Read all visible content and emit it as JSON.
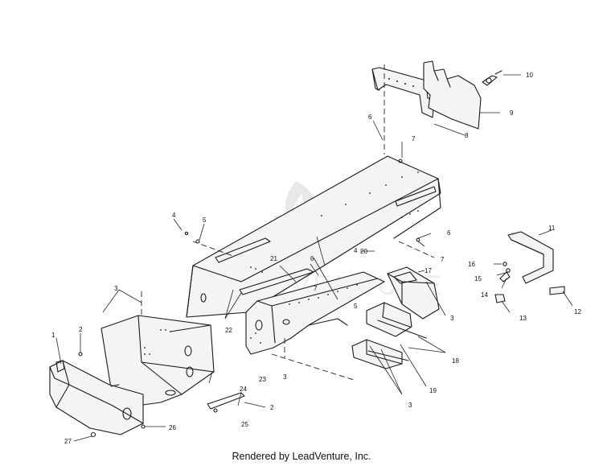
{
  "watermark": {
    "text": "LEADVENTURE"
  },
  "callouts": [
    {
      "id": "c1",
      "label": "1"
    },
    {
      "id": "c2a",
      "label": "2"
    },
    {
      "id": "c2b",
      "label": "2"
    },
    {
      "id": "c3a",
      "label": "3"
    },
    {
      "id": "c3b",
      "label": "3"
    },
    {
      "id": "c3c",
      "label": "3"
    },
    {
      "id": "c3d",
      "label": "3"
    },
    {
      "id": "c4a",
      "label": "4"
    },
    {
      "id": "c4b",
      "label": "4"
    },
    {
      "id": "c5a",
      "label": "5"
    },
    {
      "id": "c5b",
      "label": "5"
    },
    {
      "id": "c6a",
      "label": "6"
    },
    {
      "id": "c6b",
      "label": "6"
    },
    {
      "id": "c6c",
      "label": "6"
    },
    {
      "id": "c7a",
      "label": "7"
    },
    {
      "id": "c7b",
      "label": "7"
    },
    {
      "id": "c7c",
      "label": "7"
    },
    {
      "id": "c8",
      "label": "8"
    },
    {
      "id": "c9",
      "label": "9"
    },
    {
      "id": "c10",
      "label": "10"
    },
    {
      "id": "c11",
      "label": "11"
    },
    {
      "id": "c12",
      "label": "12"
    },
    {
      "id": "c13",
      "label": "13"
    },
    {
      "id": "c14",
      "label": "14"
    },
    {
      "id": "c15",
      "label": "15"
    },
    {
      "id": "c16",
      "label": "16"
    },
    {
      "id": "c17",
      "label": "17"
    },
    {
      "id": "c18",
      "label": "18"
    },
    {
      "id": "c19",
      "label": "19"
    },
    {
      "id": "c20",
      "label": "20"
    },
    {
      "id": "c21",
      "label": "21"
    },
    {
      "id": "c22",
      "label": "22"
    },
    {
      "id": "c23",
      "label": "23"
    },
    {
      "id": "c24",
      "label": "24"
    },
    {
      "id": "c25",
      "label": "25"
    },
    {
      "id": "c26",
      "label": "26"
    },
    {
      "id": "c27",
      "label": "27"
    }
  ],
  "footer": {
    "text": "Rendered by LeadVenture, Inc."
  }
}
